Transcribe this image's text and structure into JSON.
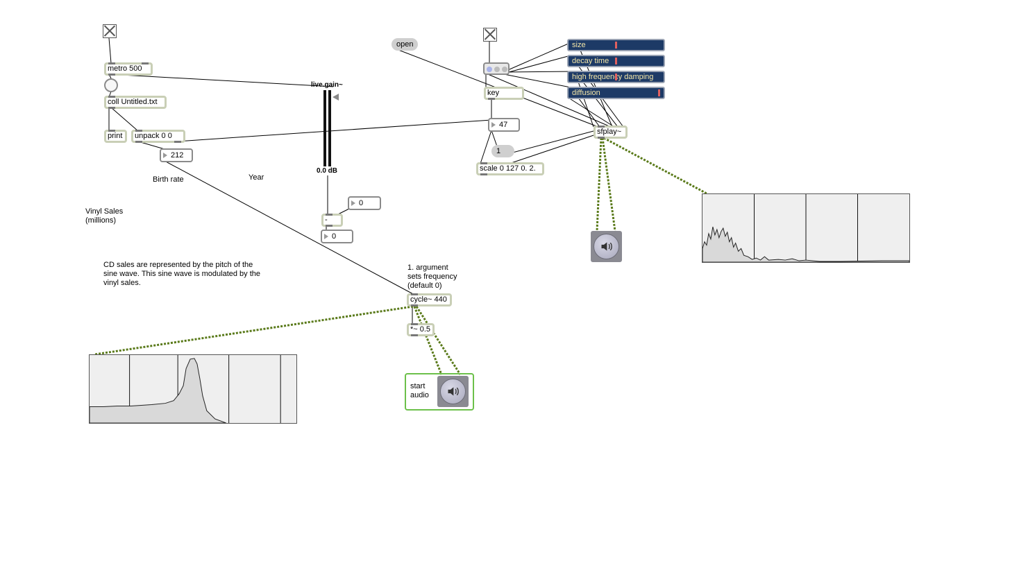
{
  "patch": {
    "objects": {
      "metro": "metro 500",
      "coll": "coll Untitled.txt",
      "print": "print",
      "unpack": "unpack 0 0",
      "minus": "-",
      "key": "key",
      "scale": "scale 0 127 0. 2.",
      "sfplay": "sfplay~",
      "cycle": "cycle~ 440",
      "times": "*~ 0.5"
    },
    "numbers": {
      "birth_value": "212",
      "right_number": "0",
      "minus_output": "0",
      "key_number": "47"
    },
    "messages": {
      "open": "open",
      "one": "1"
    },
    "live_gain": {
      "title": "live.gain~",
      "readout": "0.0 dB",
      "level": 0
    },
    "sliders": [
      {
        "label": "size",
        "value": 0.5
      },
      {
        "label": "decay time",
        "value": 0.5
      },
      {
        "label": "high frequency damping",
        "value": 0.5
      },
      {
        "label": "diffusion",
        "value": 0.98
      }
    ],
    "comments": {
      "birth_rate": "Birth rate",
      "year": "Year",
      "vinyl_sales": "Vinyl Sales\n(millions)",
      "cd_sales": "CD sales are represented by the pitch of the\nsine wave. This sine wave is modulated by the\nvinyl sales.",
      "argument": "1. argument\nsets frequency\n(default 0)",
      "start_audio": "start\naudio"
    },
    "icons": {
      "toggle": "toggle-x-icon",
      "bang": "bang-circle-icon",
      "ezdac": "speaker-icon",
      "radiogroup": "radio-dots-icon"
    },
    "colors": {
      "patch_cord": "#000000",
      "audio_cord": "#5a7a1a",
      "object_border": "#c9cfb6",
      "slider_bg": "#1d3a66",
      "slider_text": "#f3e6a8",
      "slider_knob": "#e06060",
      "ezdac_box": "#6cc04a"
    }
  }
}
